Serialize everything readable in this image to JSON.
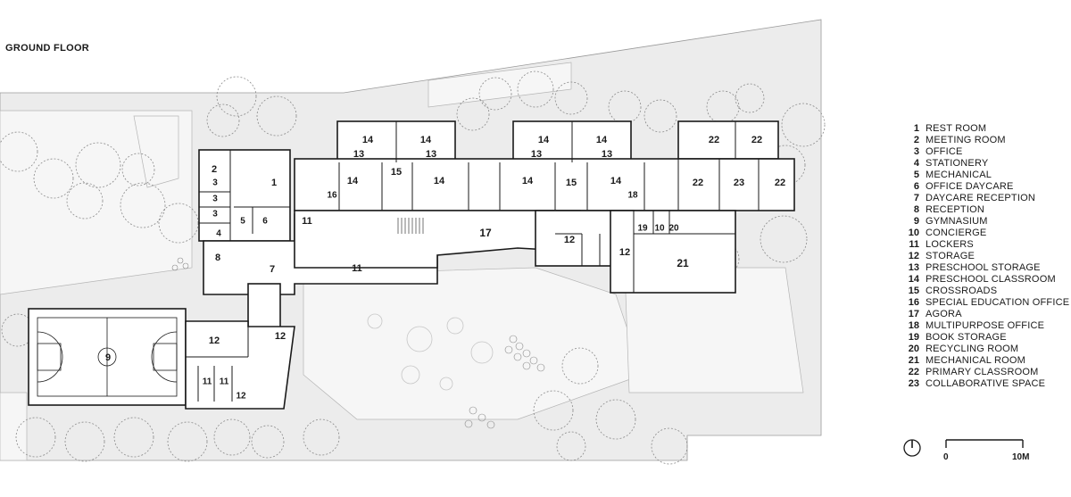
{
  "title": "GROUND FLOOR",
  "colors": {
    "wall": "#1a1a1a",
    "site": "#ececec",
    "room": "#ffffff",
    "tree": "#9a9a9a",
    "path": "#f6f6f6"
  },
  "legend": [
    {
      "num": "1",
      "label": "REST ROOM"
    },
    {
      "num": "2",
      "label": "MEETING ROOM"
    },
    {
      "num": "3",
      "label": "OFFICE"
    },
    {
      "num": "4",
      "label": "STATIONERY"
    },
    {
      "num": "5",
      "label": "MECHANICAL"
    },
    {
      "num": "6",
      "label": "OFFICE DAYCARE"
    },
    {
      "num": "7",
      "label": "DAYCARE RECEPTION"
    },
    {
      "num": "8",
      "label": "RECEPTION"
    },
    {
      "num": "9",
      "label": "GYMNASIUM"
    },
    {
      "num": "10",
      "label": "CONCIERGE"
    },
    {
      "num": "11",
      "label": "LOCKERS"
    },
    {
      "num": "12",
      "label": "STORAGE"
    },
    {
      "num": "13",
      "label": "PRESCHOOL STORAGE"
    },
    {
      "num": "14",
      "label": "PRESCHOOL CLASSROOM"
    },
    {
      "num": "15",
      "label": "CROSSROADS"
    },
    {
      "num": "16",
      "label": "SPECIAL EDUCATION OFFICE"
    },
    {
      "num": "17",
      "label": "AGORA"
    },
    {
      "num": "18",
      "label": "MULTIPURPOSE OFFICE"
    },
    {
      "num": "19",
      "label": "BOOK STORAGE"
    },
    {
      "num": "20",
      "label": "RECYCLING ROOM"
    },
    {
      "num": "21",
      "label": "MECHANICAL ROOM"
    },
    {
      "num": "22",
      "label": "PRIMARY CLASSROOM"
    },
    {
      "num": "23",
      "label": "COLLABORATIVE SPACE"
    }
  ],
  "scale": {
    "start": "0",
    "end": "10M"
  },
  "compass_icon": "north-arrow-icon",
  "room_labels": [
    "14",
    "14",
    "14",
    "14",
    "22",
    "22",
    "13",
    "13",
    "13",
    "13",
    "1",
    "2",
    "14",
    "15",
    "14",
    "14",
    "15",
    "14",
    "22",
    "23",
    "22",
    "16",
    "18",
    "3",
    "3",
    "3",
    "4",
    "5",
    "6",
    "11",
    "17",
    "12",
    "19",
    "10",
    "20",
    "12",
    "21",
    "8",
    "7",
    "11",
    "9",
    "12",
    "12",
    "11",
    "11",
    "12"
  ]
}
